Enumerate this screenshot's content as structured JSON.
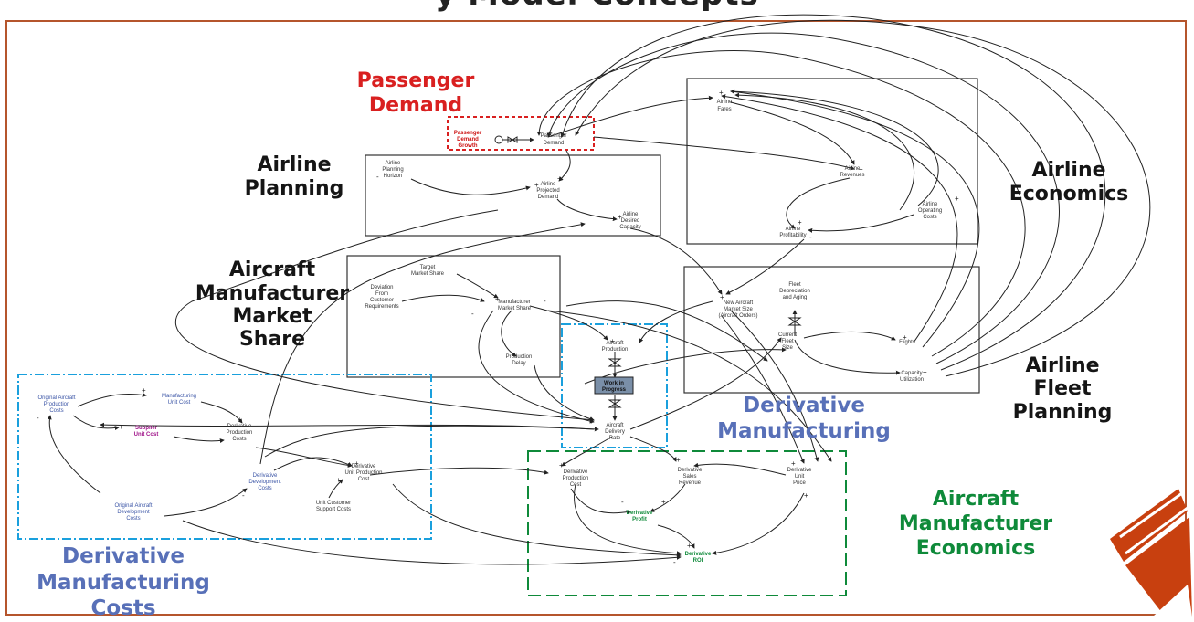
{
  "title_fragment": "y   Model Concepts",
  "sections": {
    "passenger_demand": [
      "Passenger",
      "Demand"
    ],
    "airline_planning": [
      "Airline",
      "Planning"
    ],
    "airline_economics": [
      "Airline",
      "Economics"
    ],
    "aircraft_market_share": [
      "Aircraft",
      "Manufacturer",
      "Market",
      "Share"
    ],
    "airline_fleet_planning": [
      "Airline",
      "Fleet",
      "Planning"
    ],
    "derivative_manufacturing": [
      "Derivative",
      "Manufacturing"
    ],
    "aircraft_manufacturer_economics": [
      "Aircraft",
      "Manufacturer",
      "Economics"
    ],
    "derivative_manufacturing_costs": [
      "Derivative",
      "Manufacturing",
      "Costs"
    ]
  },
  "nodes": {
    "passenger_demand_growth": [
      "Passenger",
      "Demand",
      "Growth"
    ],
    "passenger_demand": [
      "Passenger",
      "Demand"
    ],
    "airline_fares": [
      "Airline",
      "Fares"
    ],
    "airline_planning_horizon": [
      "Airline",
      "Planning",
      "Horizon"
    ],
    "airline_projected_demand": [
      "Airline",
      "Projected",
      "Demand"
    ],
    "airline_desired_capacity": [
      "Airline",
      "Desired",
      "Capacity"
    ],
    "airline_revenues": [
      "Airline",
      "Revenues"
    ],
    "airline_operating_costs": [
      "Airline",
      "Operating",
      "Costs"
    ],
    "airline_profitability": [
      "Airline",
      "Profitability"
    ],
    "target_market_share": [
      "Target",
      "Market Share"
    ],
    "deviation_requirements": [
      "Deviation",
      "From",
      "Customer",
      "Requirements"
    ],
    "manufacturer_market_share": [
      "Manufacturer",
      "Market Share"
    ],
    "production_delay": [
      "Production",
      "Delay"
    ],
    "aircraft_production": [
      "Aircraft",
      "Production"
    ],
    "work_in_progress": [
      "Work in",
      "Progress"
    ],
    "aircraft_delivery_rate": [
      "Aircraft",
      "Delivery",
      "Rate"
    ],
    "new_aircraft_market_size": [
      "New Aircraft",
      "Market Size",
      "(Aircraft Orders)"
    ],
    "fleet_depreciation": [
      "Fleet",
      "Depreciation",
      "and Aging"
    ],
    "current_fleet_size": [
      "Current",
      "Fleet",
      "Size"
    ],
    "flights": [
      "Flights"
    ],
    "capacity_utilization": [
      "Capacity",
      "Utilization"
    ],
    "original_aircraft_production_costs": [
      "Original Aircraft",
      "Production",
      "Costs"
    ],
    "manufacturing_unit_cost": [
      "Manufacturing",
      "Unit Cost"
    ],
    "supplier_unit_cost": [
      "Supplier",
      "Unit Cost"
    ],
    "derivative_production_costs": [
      "Derivative",
      "Production",
      "Costs"
    ],
    "derivative_development_costs": [
      "Derivative",
      "Development",
      "Costs"
    ],
    "derivative_unit_production_cost": [
      "Derivative",
      "Unit Production",
      "Cost"
    ],
    "original_aircraft_development_costs": [
      "Original Aircraft",
      "Development",
      "Costs"
    ],
    "unit_customer_support_costs": [
      "Unit Customer",
      "Support Costs"
    ],
    "derivative_production_cost": [
      "Derivative",
      "Production",
      "Cost"
    ],
    "derivative_sales_revenue": [
      "Derivative",
      "Sales",
      "Revenue"
    ],
    "derivative_unit_price": [
      "Derivative",
      "Unit",
      "Price"
    ],
    "derivative_profit": [
      "Derivative",
      "Profit"
    ],
    "derivative_roi": [
      "Derivative",
      "ROI"
    ]
  },
  "colors": {
    "frame": "#b5552c",
    "passenger_demand": "#d92020",
    "derivative_blue": "#5870b8",
    "economics_green": "#0f8a3a",
    "section_dark": "#151515",
    "cost_box_blue": "#1aa0dd",
    "pencil": "#c8400f"
  }
}
